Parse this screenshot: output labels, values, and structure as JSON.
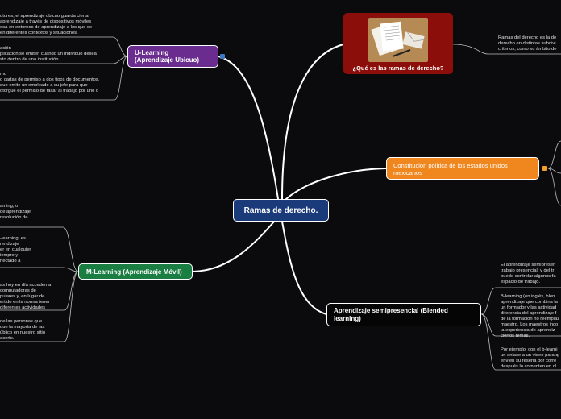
{
  "central": {
    "title": "Ramas de derecho."
  },
  "topics": {
    "ramas": {
      "label": "¿Qué es las ramas de derecho?",
      "image_icon": "documents-and-envelope-icon"
    },
    "ulearning": {
      "label": "U-Learning\n(Aprendizaje Ubicuo)"
    },
    "mlearning": {
      "label": "M-Learning (Aprendizaje Móvil)"
    },
    "blended": {
      "label": "Aprendizaje semipresencial (Blended learning)"
    },
    "constitucion": {
      "label": "Constitución política de los estados unidos mexicanos"
    }
  },
  "notes": {
    "ramas_desc": "Ramas del derecho es la de\nderecho en distintas subdivi\ncriterios, como su ámbito de",
    "ulearn_1": "utores, el aprendizaje ubicuo guarda cierta\n aprendizaje a través de dispositivos móviles\nosa en entornos de aprendizaje a los que se\nen diferentes contextos y situaciones.",
    "ulearn_2": "ación\nplicación se emiten cuando un individuo desea\nsto dentro de una institución.",
    "ulearn_3": "mo\no cartas de permiso a dos tipos de documentos.\n que emite un empleado a su jefe para que\notorgue el permiso de faltar al trabajo por uno o",
    "mlearn_1": "aming, o\nde aprendizaje\nresolución de",
    "mlearn_2": "-learning, es\nrendizaje\ner en cualquier\niempre y\nnectado a",
    "mlearn_3": "as hoy en día acceden a\ncomputadoras de\npulares y, en lugar de\nertido en la norma tener\ndiferentes actividades",
    "mlearn_4": "de las personas que\nque la mayoría de las\núblico en nuestro sitio\nacerlo.",
    "blend_1": "El aprendizaje semipresen\ntrabajo presencial, y del tr\npuede controlar algunos fa\nespacio de trabajo.",
    "blend_2": "B-learning (en inglés, blen\naprendizaje que combina la\nun formador y las actividad\ndiferencia del aprendizaje f\nde la formación no reemplaz\nmaestro. Los maestros inco\nla experiencia de aprendiz\nciertos temas.",
    "blend_3": "Por ejemplo, con el b-learni\nun enlace a un video para q\nenvíen su reseña por corre\ndespués lo comenten en cl"
  },
  "colors": {
    "background": "#0b0b0e",
    "central": "#1b3a7a",
    "ulearning": "#6a2d8f",
    "mlearning": "#1a7d42",
    "blended": "#050505",
    "constitucion": "#f0871e",
    "ramas": "#8c0e0a",
    "links": "#ffffff"
  }
}
